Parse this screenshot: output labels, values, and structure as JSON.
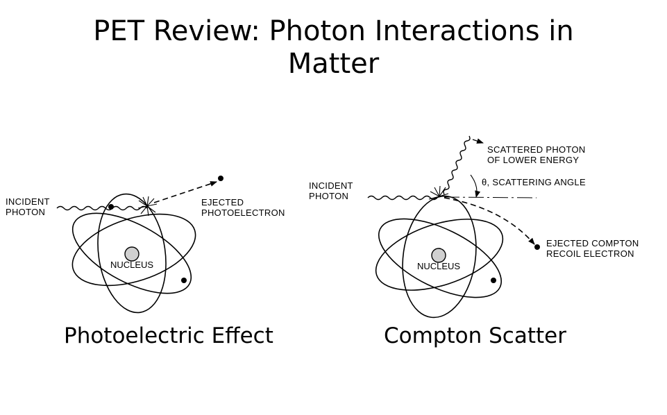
{
  "slide": {
    "title_line1": "PET Review: Photon Interactions in",
    "title_line2": "Matter"
  },
  "photoelectric": {
    "incident_line1": "INCIDENT",
    "incident_line2": "PHOTON",
    "ejected_line1": "EJECTED",
    "ejected_line2": "PHOTOELECTRON",
    "nucleus": "NUCLEUS",
    "caption": "Photoelectric Effect"
  },
  "compton": {
    "incident_line1": "INCIDENT",
    "incident_line2": "PHOTON",
    "scattered_line1": "SCATTERED PHOTON",
    "scattered_line2": "OF LOWER ENERGY",
    "angle": "θ, SCATTERING ANGLE",
    "recoil_line1": "EJECTED COMPTON",
    "recoil_line2": "RECOIL ELECTRON",
    "nucleus": "NUCLEUS",
    "caption": "Compton Scatter"
  },
  "colors": {
    "ink": "#000000",
    "nucleus_fill": "#d0d0d0"
  }
}
